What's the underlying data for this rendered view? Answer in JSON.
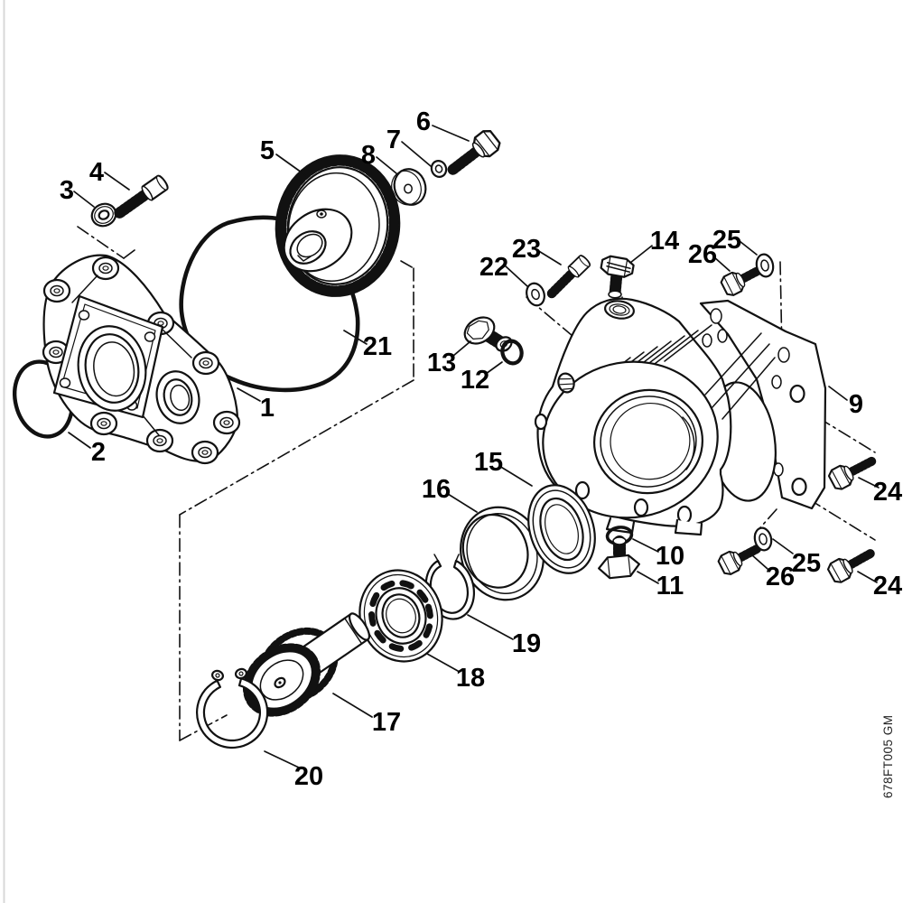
{
  "diagram": {
    "type": "exploded-parts-diagram",
    "code": "678FT005 GM",
    "colors": {
      "ink": "#111111",
      "paper": "#ffffff",
      "edge_shadow": "#d8d8d8"
    },
    "callouts": [
      {
        "label": "1"
      },
      {
        "label": "2"
      },
      {
        "label": "3"
      },
      {
        "label": "4"
      },
      {
        "label": "5"
      },
      {
        "label": "6"
      },
      {
        "label": "7"
      },
      {
        "label": "8"
      },
      {
        "label": "9"
      },
      {
        "label": "10"
      },
      {
        "label": "11"
      },
      {
        "label": "12"
      },
      {
        "label": "13"
      },
      {
        "label": "14"
      },
      {
        "label": "15"
      },
      {
        "label": "16"
      },
      {
        "label": "17"
      },
      {
        "label": "18"
      },
      {
        "label": "19"
      },
      {
        "label": "20"
      },
      {
        "label": "21"
      },
      {
        "label": "22"
      },
      {
        "label": "23"
      },
      {
        "label": "24"
      },
      {
        "label": "24"
      },
      {
        "label": "25"
      },
      {
        "label": "25"
      },
      {
        "label": "26"
      },
      {
        "label": "26"
      }
    ]
  }
}
